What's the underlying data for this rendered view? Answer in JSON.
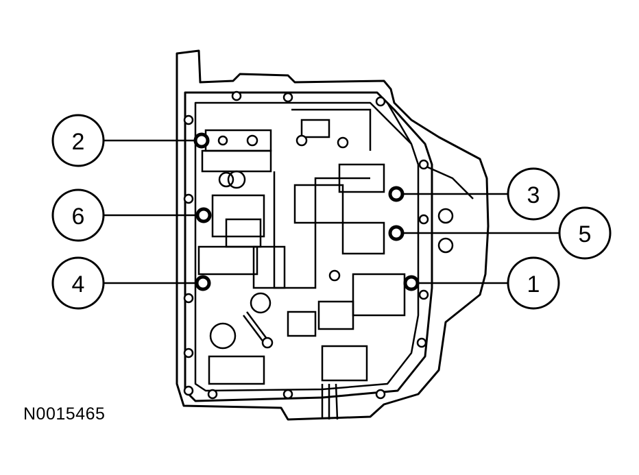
{
  "figure_id": "N0015465",
  "callouts": [
    {
      "label": "2"
    },
    {
      "label": "6"
    },
    {
      "label": "4"
    },
    {
      "label": "3"
    },
    {
      "label": "5"
    },
    {
      "label": "1"
    }
  ],
  "colors": {
    "line": "#000000",
    "background": "#ffffff"
  }
}
